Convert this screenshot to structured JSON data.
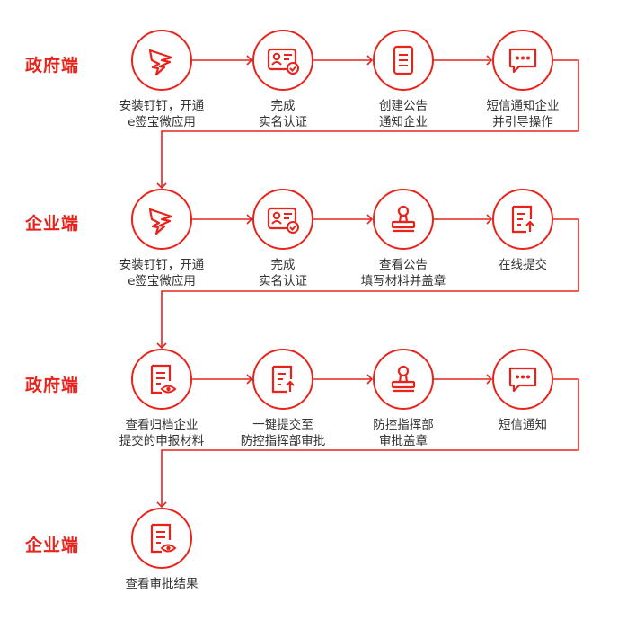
{
  "colors": {
    "accent": "#e8231c",
    "text": "#333333"
  },
  "rows": [
    {
      "label": "政府端",
      "steps": [
        {
          "icon": "dingtalk-icon",
          "caption": [
            "安装钉钉，开通",
            "e签宝微应用"
          ]
        },
        {
          "icon": "id-card-verified-icon",
          "caption": [
            "完成",
            "实名认证"
          ]
        },
        {
          "icon": "document-icon",
          "caption": [
            "创建公告",
            "通知企业"
          ]
        },
        {
          "icon": "message-bubble-icon",
          "caption": [
            "短信通知企业",
            "并引导操作"
          ]
        }
      ]
    },
    {
      "label": "企业端",
      "steps": [
        {
          "icon": "dingtalk-icon",
          "caption": [
            "安装钉钉，开通",
            "e签宝微应用"
          ]
        },
        {
          "icon": "id-card-verified-icon",
          "caption": [
            "完成",
            "实名认证"
          ]
        },
        {
          "icon": "seal-stamp-icon",
          "caption": [
            "查看公告",
            "填写材料并盖章"
          ]
        },
        {
          "icon": "upload-document-icon",
          "caption": [
            "在线提交"
          ]
        }
      ]
    },
    {
      "label": "政府端",
      "steps": [
        {
          "icon": "view-document-icon",
          "caption": [
            "查看归档企业",
            "提交的申报材料"
          ]
        },
        {
          "icon": "upload-document-icon",
          "caption": [
            "一键提交至",
            "防控指挥部审批"
          ]
        },
        {
          "icon": "seal-stamp-icon",
          "caption": [
            "防控指挥部",
            "审批盖章"
          ]
        },
        {
          "icon": "message-bubble-icon",
          "caption": [
            "短信通知"
          ]
        }
      ]
    },
    {
      "label": "企业端",
      "steps": [
        {
          "icon": "view-document-icon",
          "caption": [
            "查看审批结果"
          ]
        }
      ]
    }
  ]
}
